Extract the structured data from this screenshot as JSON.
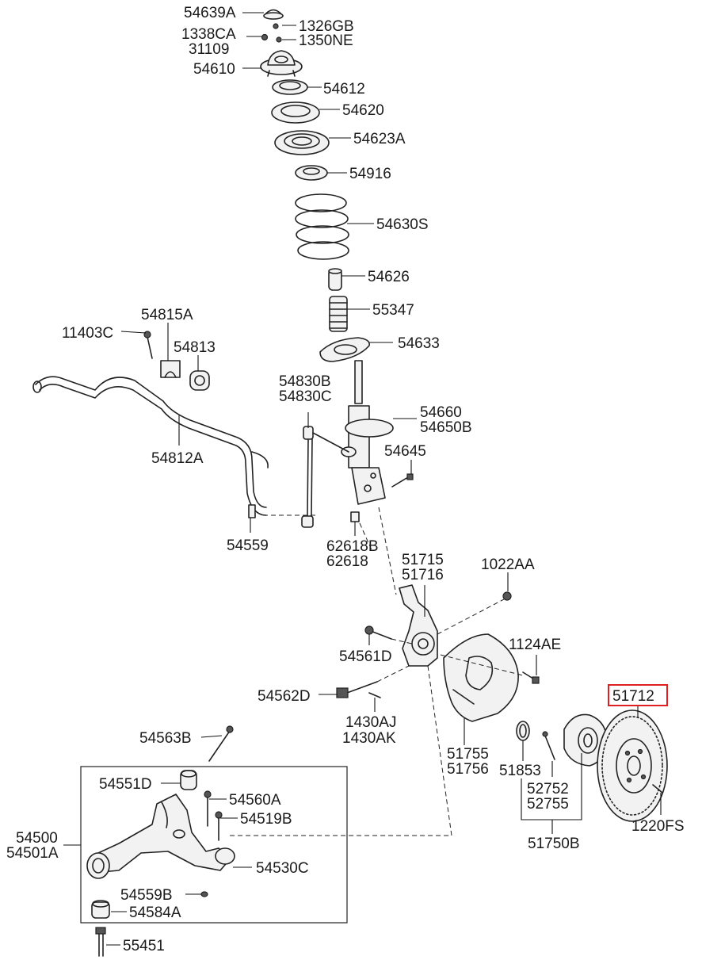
{
  "labels": {
    "p54639A": "54639A",
    "p1326GB": "1326GB",
    "p1338CA": "1338CA",
    "p31109": "31109",
    "p1350NE": "1350NE",
    "p54610": "54610",
    "p54612": "54612",
    "p54620": "54620",
    "p54623A": "54623A",
    "p54916": "54916",
    "p54630S": "54630S",
    "p54626": "54626",
    "p55347": "55347",
    "p54633": "54633",
    "p11403C": "11403C",
    "p54815A": "54815A",
    "p54813": "54813",
    "p54830B": "54830B",
    "p54830C": "54830C",
    "p54660": "54660",
    "p54650B": "54650B",
    "p54812A": "54812A",
    "p54645": "54645",
    "p54559": "54559",
    "p62618B": "62618B",
    "p62618": "62618",
    "p51715": "51715",
    "p51716": "51716",
    "p1022AA": "1022AA",
    "p54561D": "54561D",
    "p1124AE": "1124AE",
    "p51712": "51712",
    "p54562D": "54562D",
    "p1430AJ": "1430AJ",
    "p1430AK": "1430AK",
    "p54563B": "54563B",
    "p51755": "51755",
    "p51756": "51756",
    "p51853": "51853",
    "p52752": "52752",
    "p52755": "52755",
    "p1220FS": "1220FS",
    "p54551D": "54551D",
    "p54560A": "54560A",
    "p54519B": "54519B",
    "p54500": "54500",
    "p54501A": "54501A",
    "p51750B": "51750B",
    "p54530C": "54530C",
    "p54559B": "54559B",
    "p54584A": "54584A",
    "p55451": "55451"
  },
  "highlight": {
    "part": "51712",
    "color": "#e02020"
  }
}
